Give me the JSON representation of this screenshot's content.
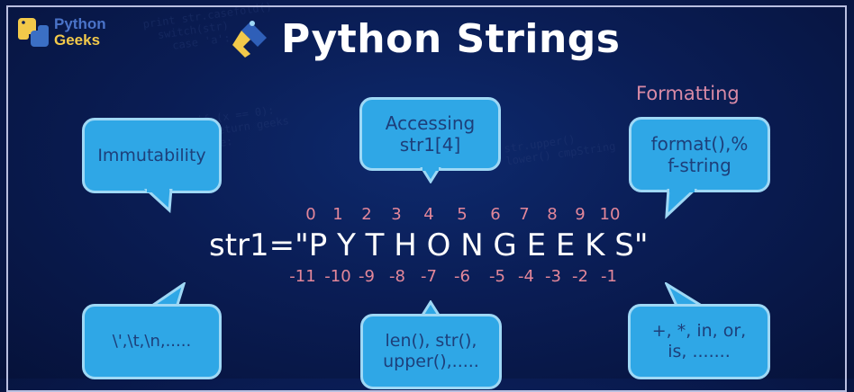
{
  "brand": {
    "logo_line1": "Python",
    "logo_line2": "Geeks"
  },
  "header": {
    "title": "Python Strings"
  },
  "colors": {
    "background": "#0a1d55",
    "bubble_fill": "#2fa7e6",
    "bubble_border": "#9fd8f5",
    "bubble_text": "#1d3f7a",
    "index_text": "#e3879a",
    "title_text": "#ffffff",
    "logo_blue": "#4a73c8",
    "logo_yellow": "#f2c94a"
  },
  "bubbles": {
    "immutability": "Immutability",
    "accessing_line1": "Accessing",
    "accessing_line2": "str1[4]",
    "formatting_label": "Formatting",
    "formatting_line1": "format(),%",
    "formatting_line2": "f-string",
    "escape": "\\',\\t,\\n,.....",
    "methods_line1": "len(), str(),",
    "methods_line2": "upper(),.....",
    "operators_line1": "+, *, in, or,",
    "operators_line2": "is, ......."
  },
  "example": {
    "code": "str1=\"P Y T H O N G E E K S\"",
    "positive_indices": [
      "0",
      "1",
      "2",
      "3",
      "4",
      "5",
      "6",
      "7",
      "8",
      "9",
      "10"
    ],
    "negative_indices": [
      "-11",
      "-10",
      "-9",
      "-8",
      "-7",
      "-6",
      "-5",
      "-4",
      "-3",
      "-2",
      "-1"
    ]
  }
}
